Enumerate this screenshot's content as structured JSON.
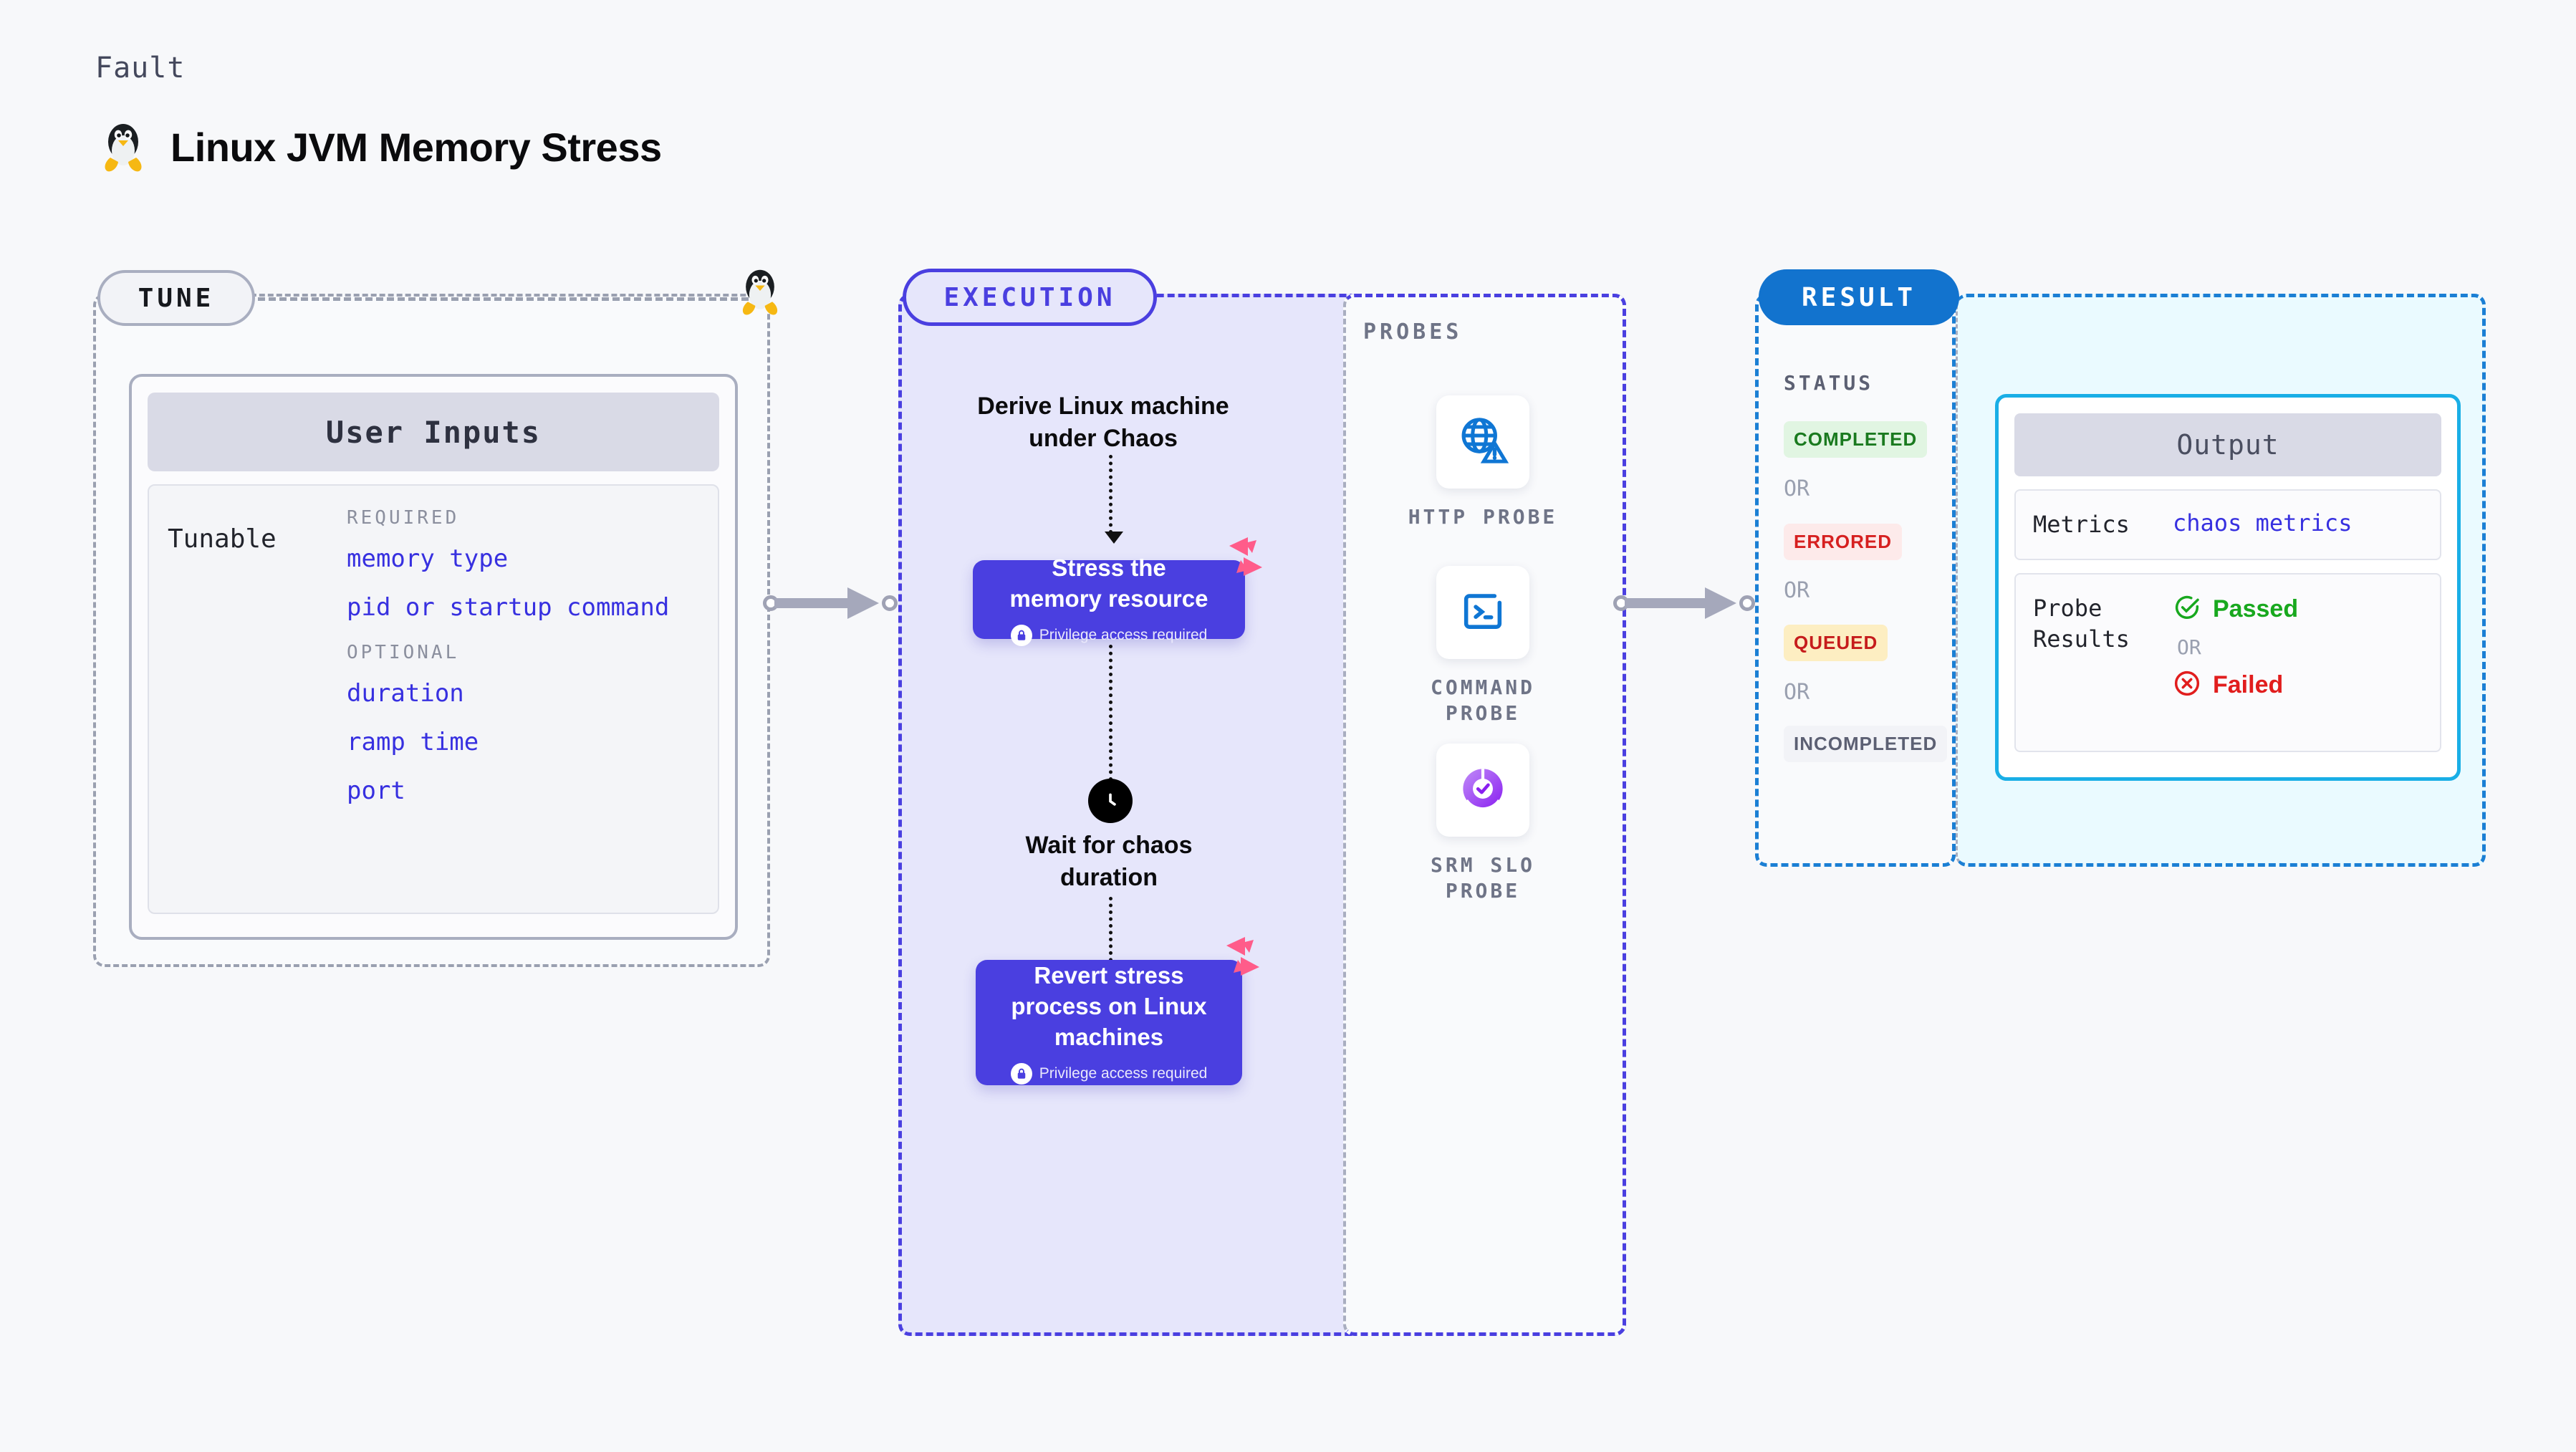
{
  "header": {
    "kicker": "Fault",
    "title": "Linux JVM Memory Stress",
    "icon": "linux-penguin-icon"
  },
  "tune": {
    "badge": "TUNE",
    "card_title": "User Inputs",
    "tunable_label": "Tunable",
    "groups": [
      {
        "label": "REQUIRED",
        "fields": [
          "memory type",
          "pid or startup command"
        ]
      },
      {
        "label": "OPTIONAL",
        "fields": [
          "duration",
          "ramp time",
          "port"
        ]
      }
    ]
  },
  "execution": {
    "badge": "EXECUTION",
    "steps": [
      {
        "type": "text",
        "label": "Derive Linux machine\nunder Chaos"
      },
      {
        "type": "action",
        "label": "Stress the\nmemory resource",
        "note": "Privilege access required",
        "icon": "lock-icon",
        "badge_icon": "harness-logo-icon"
      },
      {
        "type": "wait",
        "label": "Wait for chaos\nduration",
        "icon": "clock-icon"
      },
      {
        "type": "action",
        "label": "Revert stress\nprocess on Linux\nmachines",
        "note": "Privilege access required",
        "icon": "lock-icon",
        "badge_icon": "harness-logo-icon"
      }
    ]
  },
  "probes": {
    "title": "PROBES",
    "items": [
      {
        "label": "HTTP  PROBE",
        "icon": "globe-warning-icon"
      },
      {
        "label": "COMMAND\nPROBE",
        "icon": "terminal-icon"
      },
      {
        "label": "SRM  SLO\nPROBE",
        "icon": "slo-donut-check-icon"
      }
    ]
  },
  "result": {
    "badge": "RESULT",
    "status_title": "STATUS",
    "or_label": "OR",
    "statuses": [
      {
        "label": "COMPLETED",
        "color": "#1a7a1f",
        "bg": "#e1f5e2"
      },
      {
        "label": "ERRORED",
        "color": "#d62020",
        "bg": "#fdeaea"
      },
      {
        "label": "QUEUED",
        "color": "#c61c1c",
        "bg": "#fdeec2"
      },
      {
        "label": "INCOMPLETED",
        "color": "#5c6073",
        "bg": "#f2f3f7"
      }
    ]
  },
  "output": {
    "card_title": "Output",
    "metrics_key": "Metrics",
    "metrics_value": "chaos metrics",
    "probe_results_key": "Probe\nResults",
    "passed_label": "Passed",
    "failed_label": "Failed",
    "or_label": "OR",
    "passed_icon": "check-circle-icon",
    "failed_icon": "x-circle-icon"
  },
  "colors": {
    "accent_purple": "#4a3fe0",
    "accent_blue": "#1273ce",
    "output_border": "#19aee6",
    "harness_pink": "#ff5c8a",
    "gray_dash": "#9aa0b0"
  }
}
